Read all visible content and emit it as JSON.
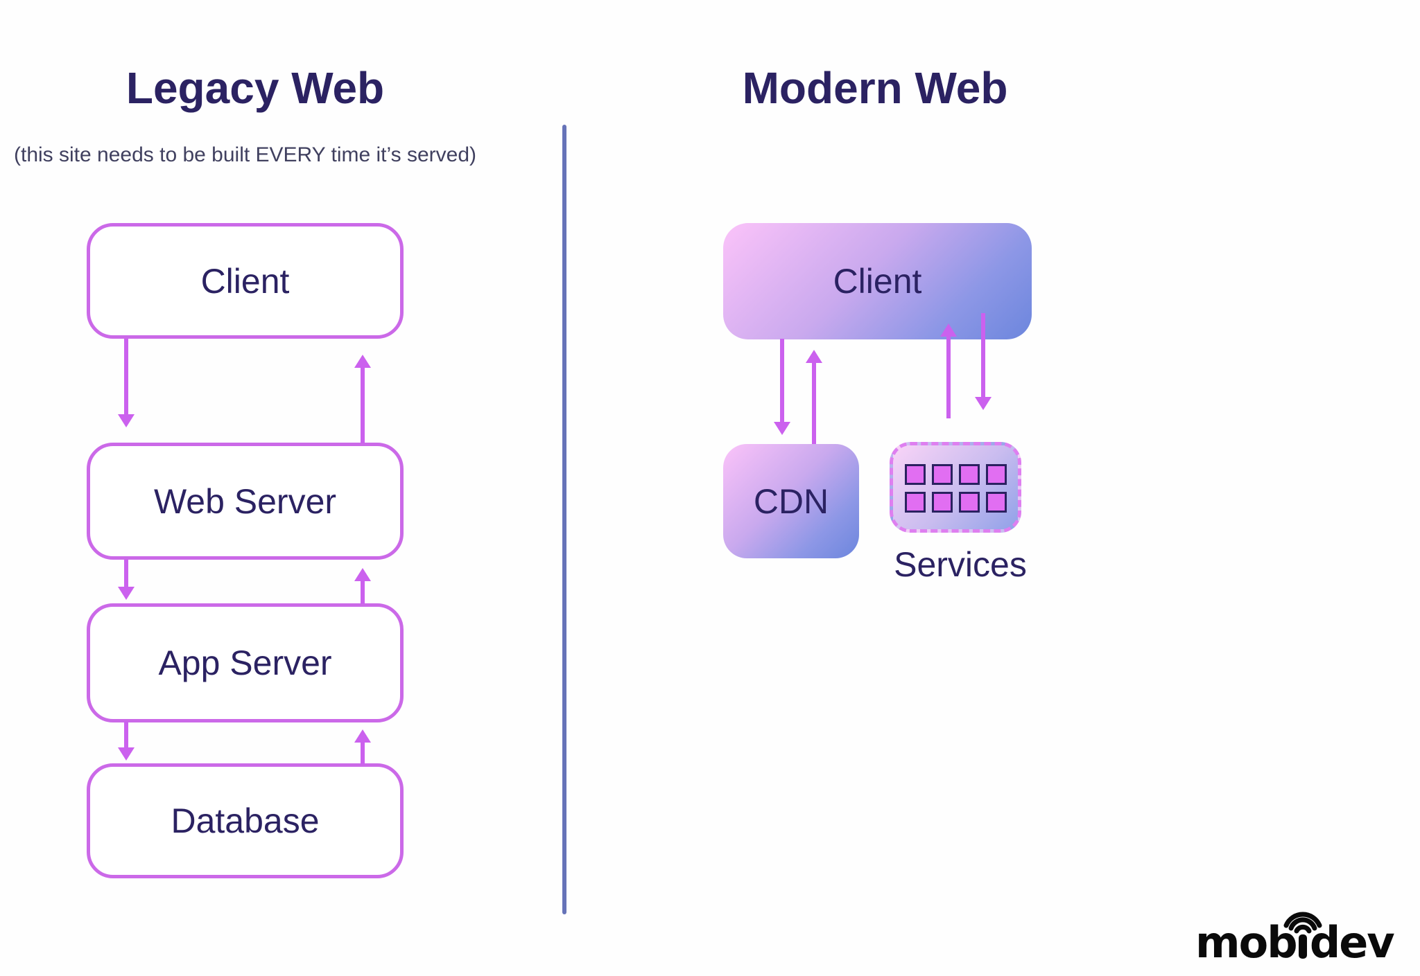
{
  "page": {
    "background": "#fefefe"
  },
  "left_panel": {
    "title": "Legacy Web",
    "subtitle": "(this site needs to be built EVERY time it’s served)",
    "nodes": [
      {
        "id": "client",
        "label": "Client"
      },
      {
        "id": "web-server",
        "label": "Web Server"
      },
      {
        "id": "app-server",
        "label": "App Server"
      },
      {
        "id": "database",
        "label": "Database"
      }
    ]
  },
  "right_panel": {
    "title": "Modern Web",
    "nodes": {
      "client": {
        "label": "Client"
      },
      "cdn": {
        "label": "CDN"
      },
      "services": {
        "label": "Services",
        "tile_count": 8
      }
    }
  },
  "logo": {
    "brand": "mobidev",
    "left": "mob",
    "middle": "i",
    "right": "dev"
  },
  "colors": {
    "title_text": "#2b2262",
    "subtitle_text": "#40405f",
    "box_border_pink": "#cb69e8",
    "arrow_magenta": "#cb61ee",
    "divider_blue": "#6673b8",
    "gradient_pink": "#fbc3f9",
    "gradient_blue": "#6c86dd",
    "tile_fill": "#e16ef2",
    "tile_border": "#2a2160",
    "dashed_border": "#de7ff0",
    "logo_black": "#0a0a0a"
  }
}
